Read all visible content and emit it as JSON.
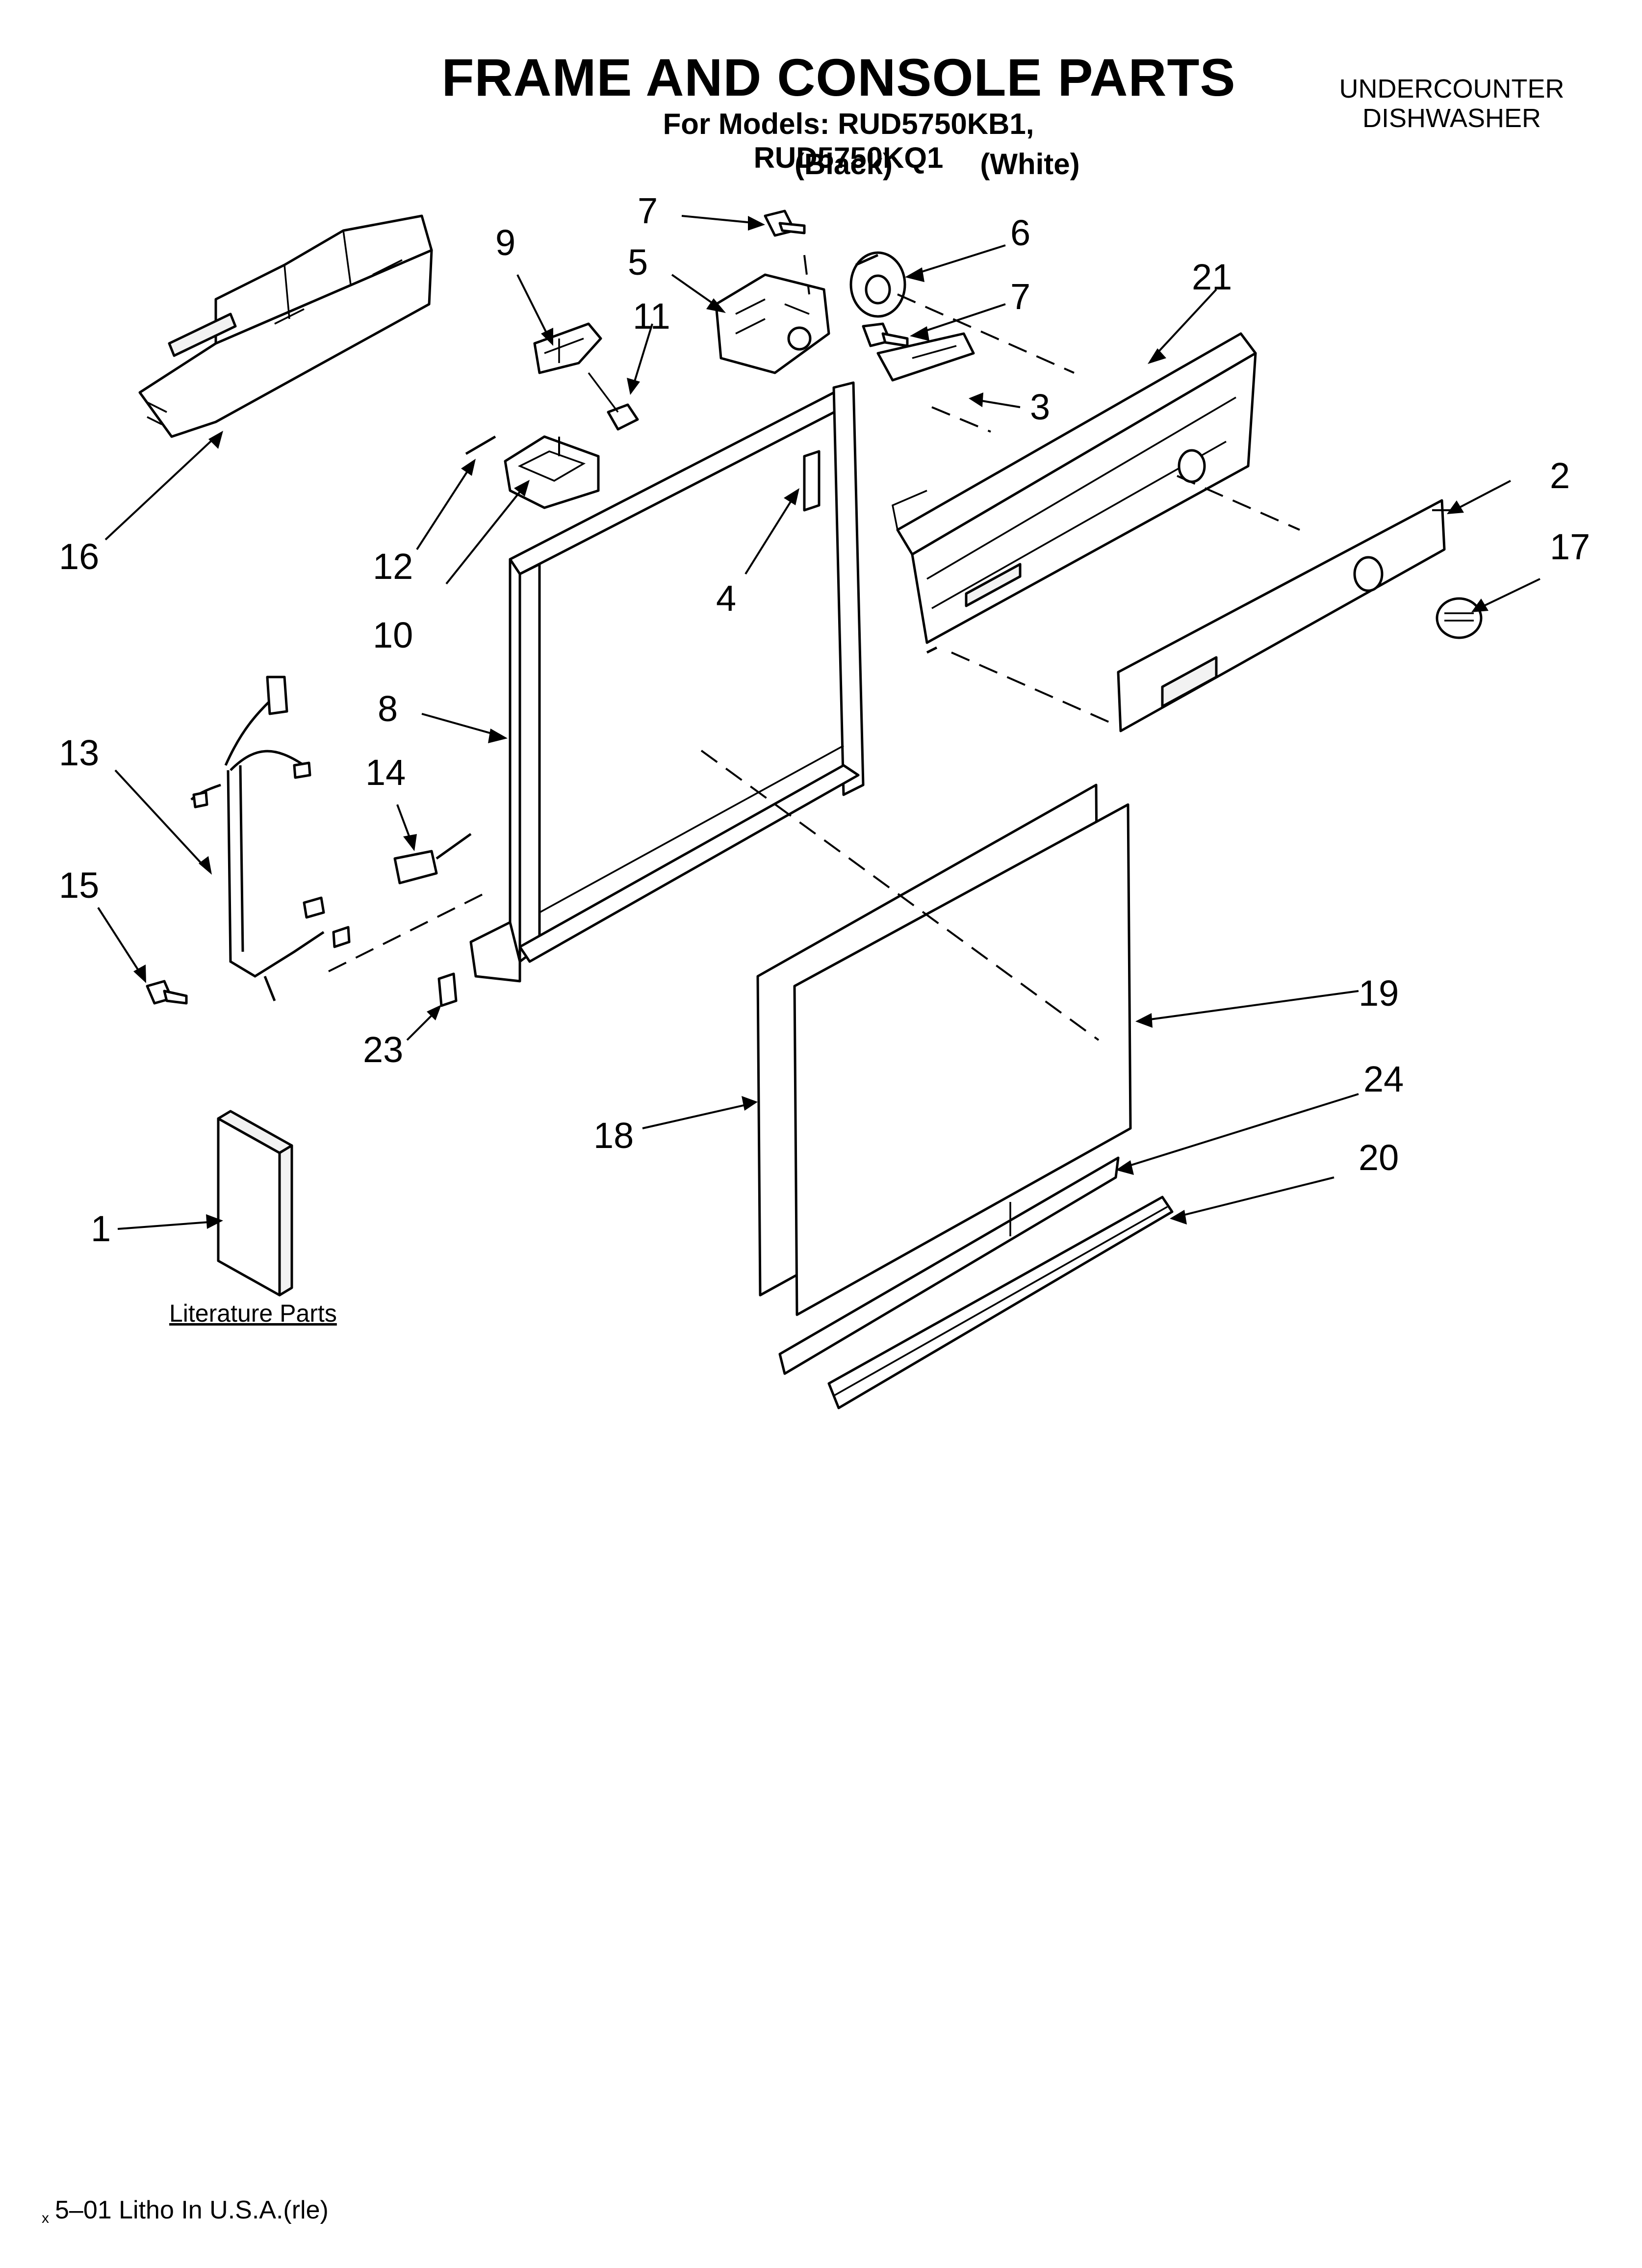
{
  "header": {
    "title": "FRAME AND CONSOLE PARTS",
    "models_line": "For Models: RUD5750KB1, RUD5750KQ1",
    "color_black": "(Black)",
    "color_white": "(White)",
    "appliance_line1": "UNDERCOUNTER",
    "appliance_line2": "DISHWASHER"
  },
  "callouts": {
    "c1": "1",
    "c2": "2",
    "c3": "3",
    "c4": "4",
    "c5": "5",
    "c6": "6",
    "c7a": "7",
    "c7b": "7",
    "c8": "8",
    "c9": "9",
    "c10": "10",
    "c11": "11",
    "c12": "12",
    "c13": "13",
    "c14": "14",
    "c15": "15",
    "c16": "16",
    "c17": "17",
    "c18": "18",
    "c19": "19",
    "c20": "20",
    "c21": "21",
    "c23": "23",
    "c24": "24"
  },
  "literature_label": "Literature Parts",
  "footer": {
    "print_line": "5–01 Litho In U.S.A.(rle)",
    "mark": "x"
  },
  "colors": {
    "ink": "#000000",
    "paper": "#ffffff"
  }
}
